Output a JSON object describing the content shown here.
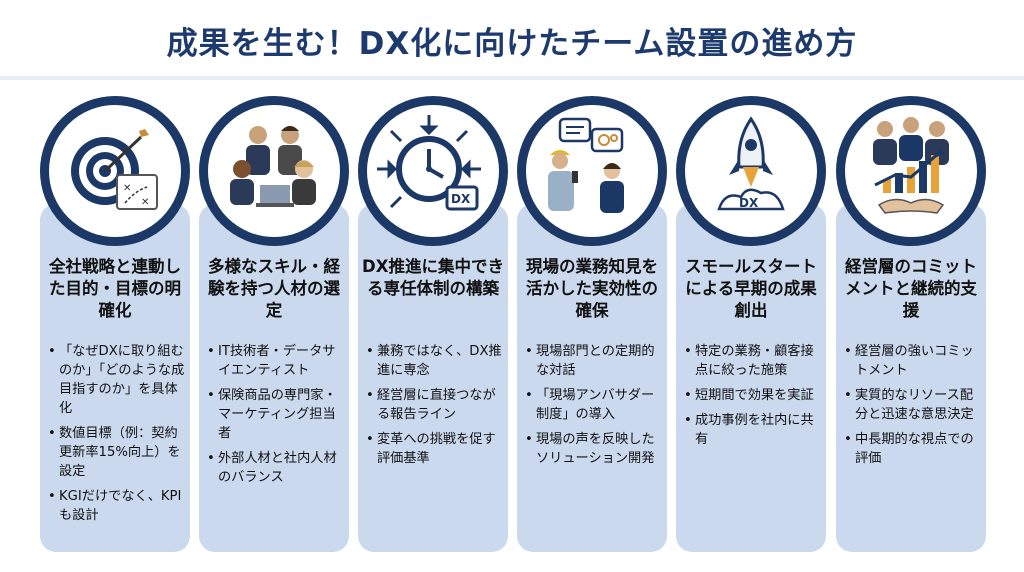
{
  "title": "成果を生む！DX化に向けたチーム設置の進め方",
  "colors": {
    "navy": "#1c3866",
    "card": "#cbd9ee",
    "title": "#1d3a6e"
  },
  "cards": [
    {
      "icon": "target-strategy-icon",
      "title": "全社戦略と連動した目的・目標の明確化",
      "bullets": [
        "「なぜDXに取り組むのか」「どのような成目指すのか」を具体化",
        "数値目標（例：契約更新率15%向上）を設定",
        "KGIだけでなく、KPIも設計"
      ]
    },
    {
      "icon": "team-people-icon",
      "title": "多様なスキル・経験を持つ人材の選定",
      "bullets": [
        "IT技術者・データサイエンティスト",
        "保険商品の専門家・マーケティング担当者",
        "外部人材と社内人材のバランス"
      ]
    },
    {
      "icon": "clock-dx-icon",
      "title": "DX推進に集中できる専任体制の構築",
      "bullets": [
        "兼務ではなく、DX推進に専念",
        "経営層に直接つながる報告ライン",
        "変革への挑戦を促す評価基準"
      ]
    },
    {
      "icon": "field-workers-icon",
      "title": "現場の業務知見を活かした実効性の確保",
      "bullets": [
        "現場部門との定期的な対話",
        "「現場アンバサダー制度」の導入",
        "現場の声を反映したソリューション開発"
      ]
    },
    {
      "icon": "rocket-dx-icon",
      "title": "スモールスタートによる早期の成果創出",
      "bullets": [
        "特定の業務・顧客接点に絞った施策",
        "短期間で効果を実証",
        "成功事例を社内に共有"
      ]
    },
    {
      "icon": "executives-growth-icon",
      "title": "経営層のコミットメントと継続的支援",
      "bullets": [
        "経営層の強いコミットメント",
        "実質的なリソース配分と迅速な意思決定",
        "中長期的な視点での評価"
      ]
    }
  ]
}
